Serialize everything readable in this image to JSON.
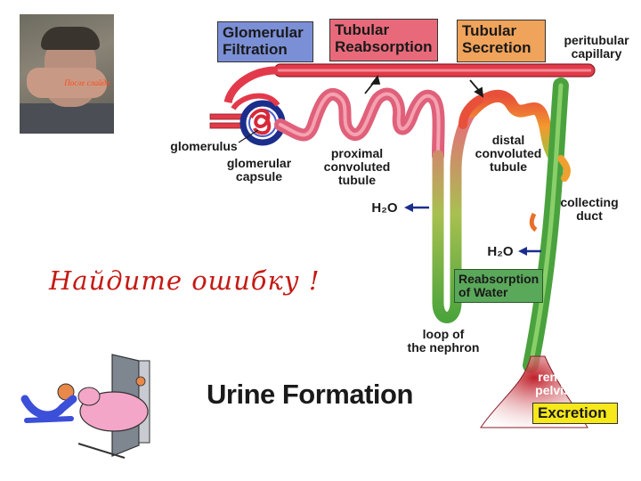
{
  "header_boxes": {
    "filtration": {
      "line1": "Glomerular",
      "line2": "Filtration",
      "color": "#7b8fd6"
    },
    "reabsorption": {
      "line1": "Tubular",
      "line2": "Reabsorption",
      "color": "#e86a7a"
    },
    "secretion": {
      "line1": "Tubular",
      "line2": "Secretion",
      "color": "#f0a35a"
    }
  },
  "labels": {
    "peritubular_1": "peritubular",
    "peritubular_2": "capillary",
    "glomerulus": "glomerulus",
    "capsule_1": "glomerular",
    "capsule_2": "capsule",
    "proximal_1": "proximal",
    "proximal_2": "convoluted",
    "proximal_3": "tubule",
    "distal_1": "distal",
    "distal_2": "convoluted",
    "distal_3": "tubule",
    "collecting_1": "collecting",
    "collecting_2": "duct",
    "water_1": "H₂O",
    "water_2": "H₂O",
    "loop_1": "loop of",
    "loop_2": "the nephron",
    "renal_1": "renal",
    "renal_2": "pelvis"
  },
  "reabsorption_water": {
    "line1": "Reabsorption",
    "line2": "of Water",
    "color": "#5aa85a"
  },
  "excretion": {
    "label": "Excretion",
    "color": "#f6e81a"
  },
  "photo_caption": "После слайда",
  "find_error": "Найдите ошибку !",
  "title": "Urine Formation"
}
